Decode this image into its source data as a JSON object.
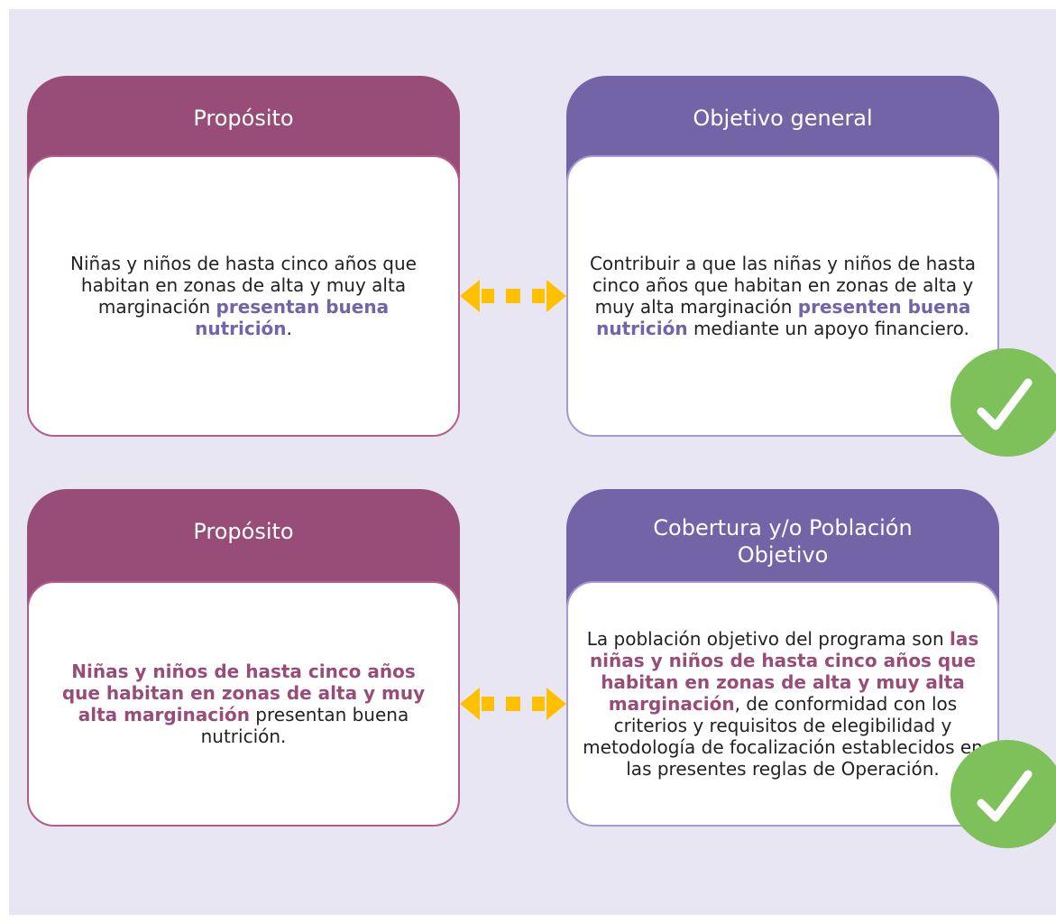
{
  "colors": {
    "background": "#e8e6f2",
    "proposito_header": "#984c78",
    "objetivo_header": "#7363a7",
    "connector": "#ffc000",
    "check": "#7ec05a"
  },
  "row1": {
    "left": {
      "title": "Propósito",
      "text_part1": "Niñas y niños de hasta cinco años que habitan en zonas de alta y muy alta marginación ",
      "text_highlight": "presentan buena nutrición",
      "text_part2": "."
    },
    "right": {
      "title": "Objetivo general",
      "text_part1": "Contribuir a que las niñas y niños de hasta cinco años que habitan en zonas de alta y muy alta marginación ",
      "text_highlight": "presenten buena nutrición",
      "text_part2": " mediante un apoyo financiero."
    },
    "connector_icon": "double-arrow-dashed-icon",
    "check_icon": "check-circle-icon"
  },
  "row2": {
    "left": {
      "title": "Propósito",
      "text_highlight": "Niñas y niños de hasta cinco años que habitan en zonas de alta y muy alta marginación",
      "text_part2": " presentan buena nutrición."
    },
    "right": {
      "title": "Cobertura y/o Población Objetivo",
      "text_part1": "La población objetivo del programa son ",
      "text_highlight": "las niñas y niños de hasta cinco años que habitan en zonas de alta y muy alta marginación",
      "text_part2": ", de conformidad con los criterios y requisitos de elegibilidad y metodología de focalización establecidos en las presentes reglas de Operación."
    },
    "connector_icon": "double-arrow-dashed-icon",
    "check_icon": "check-circle-icon"
  }
}
